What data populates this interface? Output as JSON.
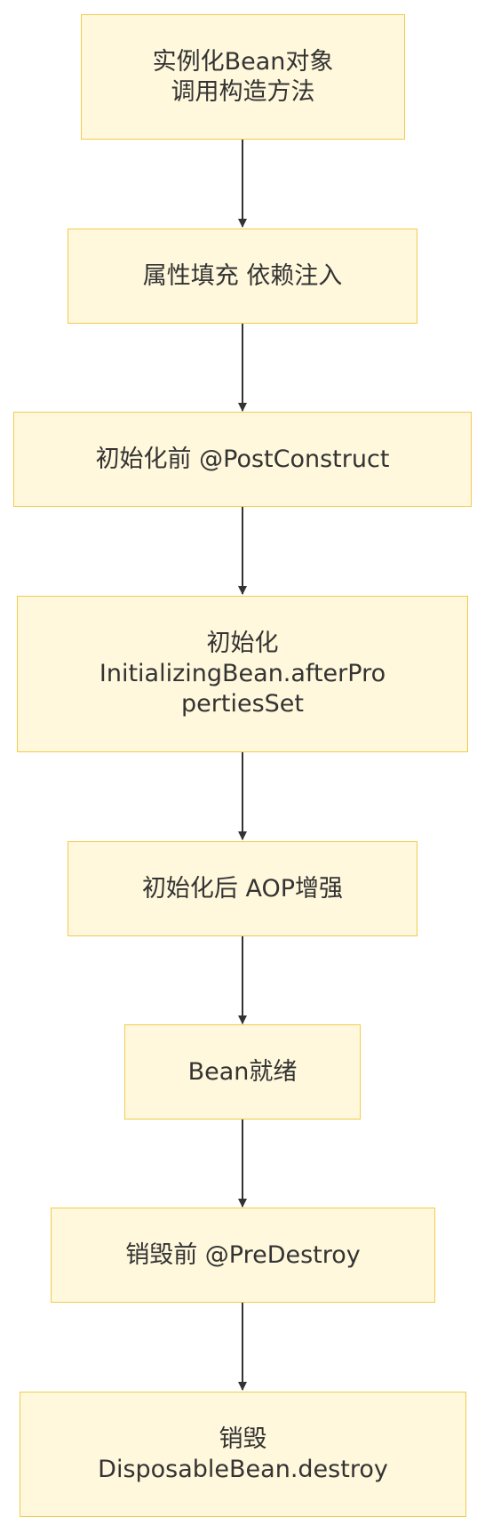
{
  "flowchart": {
    "nodes": [
      {
        "id": "instantiate",
        "lines": [
          "实例化Bean对象",
          "调用构造方法"
        ]
      },
      {
        "id": "populate",
        "lines": [
          "属性填充 依赖注入"
        ]
      },
      {
        "id": "post-construct",
        "lines": [
          "初始化前 @PostConstruct"
        ]
      },
      {
        "id": "initializing-bean",
        "lines": [
          "初始化",
          "InitializingBean.afterPro",
          "pertiesSet"
        ]
      },
      {
        "id": "aop",
        "lines": [
          "初始化后 AOP增强"
        ]
      },
      {
        "id": "ready",
        "lines": [
          "Bean就绪"
        ]
      },
      {
        "id": "pre-destroy",
        "lines": [
          "销毁前 @PreDestroy"
        ]
      },
      {
        "id": "disposable-bean",
        "lines": [
          "销毁",
          "DisposableBean.destroy"
        ]
      }
    ],
    "edges": [
      {
        "from": "instantiate",
        "to": "populate"
      },
      {
        "from": "populate",
        "to": "post-construct"
      },
      {
        "from": "post-construct",
        "to": "initializing-bean"
      },
      {
        "from": "initializing-bean",
        "to": "aop"
      },
      {
        "from": "aop",
        "to": "ready"
      },
      {
        "from": "ready",
        "to": "pre-destroy"
      },
      {
        "from": "pre-destroy",
        "to": "disposable-bean"
      }
    ],
    "colors": {
      "node_fill": "#fff8dc",
      "node_border": "#f2cb4a",
      "text": "#333333",
      "edge": "#333333"
    }
  }
}
